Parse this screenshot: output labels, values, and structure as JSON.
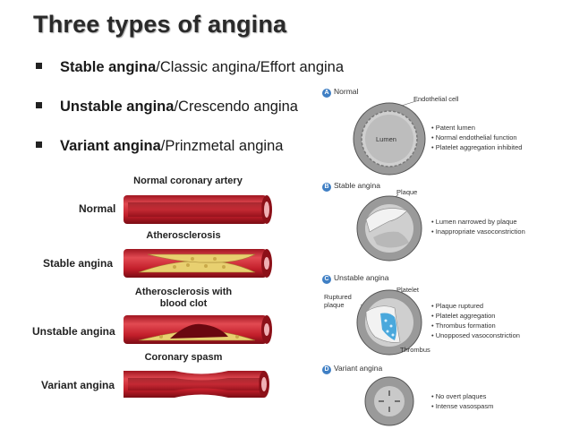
{
  "title": "Three types of angina",
  "bullets": [
    {
      "bold": "Stable angina",
      "rest": "/Classic angina/Effort angina"
    },
    {
      "bold": "Unstable angina",
      "rest": "/Crescendo angina"
    },
    {
      "bold": "Variant angina",
      "rest": "/Prinzmetal angina"
    }
  ],
  "arteries": {
    "header": "Normal coronary artery",
    "rows": [
      {
        "label": "Normal",
        "caption": ""
      },
      {
        "label": "Stable angina",
        "caption": "Atherosclerosis"
      },
      {
        "label": "Unstable angina",
        "caption": "Atherosclerosis with blood clot"
      },
      {
        "label": "Variant angina",
        "caption": "Coronary spasm"
      }
    ]
  },
  "panels": [
    {
      "letter": "A",
      "title": "Normal",
      "annotations": [
        "Endothelial cell",
        "Lumen"
      ],
      "notes": [
        "• Patent lumen",
        "• Normal endothelial function",
        "• Platelet aggregation inhibited"
      ]
    },
    {
      "letter": "B",
      "title": "Stable angina",
      "annotations": [
        "Plaque"
      ],
      "notes": [
        "• Lumen narrowed by plaque",
        "• Inappropriate vasoconstriction"
      ]
    },
    {
      "letter": "C",
      "title": "Unstable angina",
      "annotations": [
        "Ruptured",
        "plaque",
        "Platelet",
        "Thrombus"
      ],
      "notes": [
        "• Plaque ruptured",
        "• Platelet aggregation",
        "• Thrombus formation",
        "• Unopposed vasoconstriction"
      ]
    },
    {
      "letter": "D",
      "title": "Variant angina",
      "annotations": [],
      "notes": [
        "• No overt plaques",
        "• Intense vasospasm"
      ]
    }
  ],
  "colors": {
    "artery": "#c0232e",
    "artery_dark": "#8c1018",
    "plaque": "#e8d070",
    "panel_badge": "#3f7fc4"
  }
}
